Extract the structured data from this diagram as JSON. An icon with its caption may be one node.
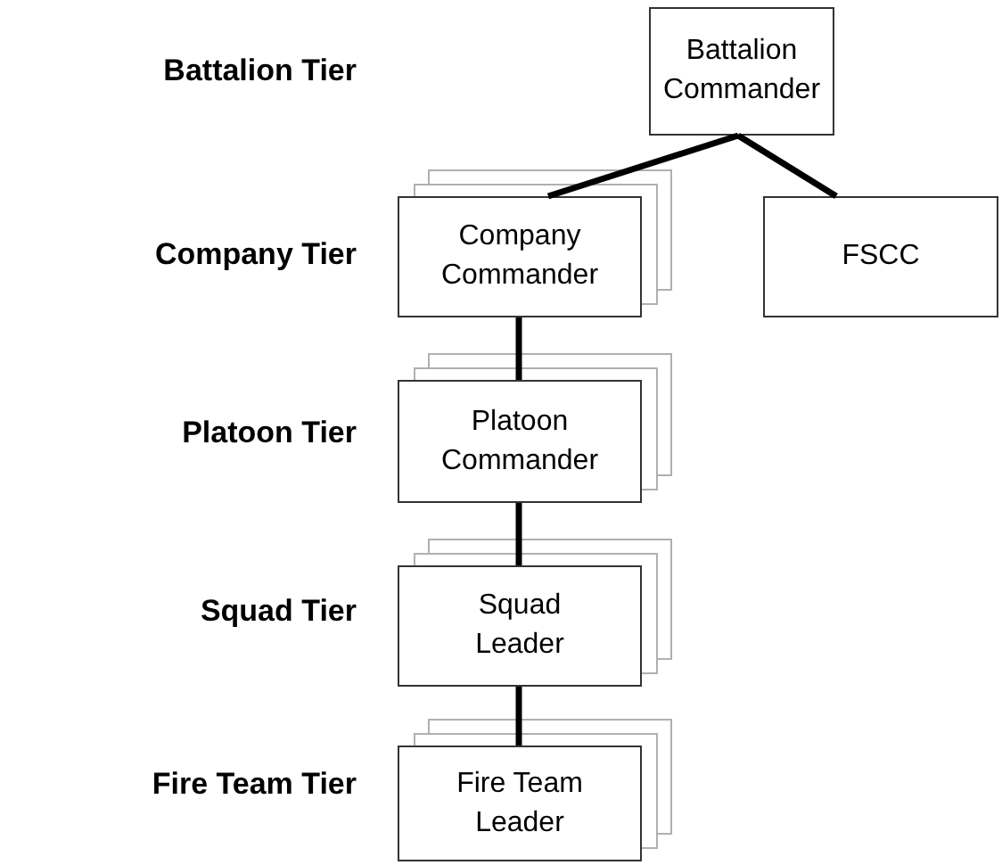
{
  "diagram": {
    "nodes": [
      {
        "text": [
          "Battalion Commander"
        ]
      },
      {
        "text": [
          "Company Commander"
        ]
      },
      {
        "text": [
          "FSCC"
        ]
      },
      {
        "text": [
          "Platoon Commander"
        ]
      },
      {
        "text": [
          "Squad Leader"
        ]
      },
      {
        "text": [
          "Fire Team Leader"
        ]
      }
    ],
    "edges": [
      {
        "from": 0,
        "to": 1,
        "arrow": "none"
      },
      {
        "from": 0,
        "to": 2,
        "arrow": "none"
      },
      {
        "from": 1,
        "to": 3,
        "arrow": "none"
      },
      {
        "from": 3,
        "to": 4,
        "arrow": "none"
      },
      {
        "from": 4,
        "to": 5,
        "arrow": "none"
      }
    ],
    "labels": [
      "Battalion Tier",
      "Company Tier",
      "Platoon Tier",
      "Squad Tier",
      "Fire Team Tier"
    ]
  }
}
